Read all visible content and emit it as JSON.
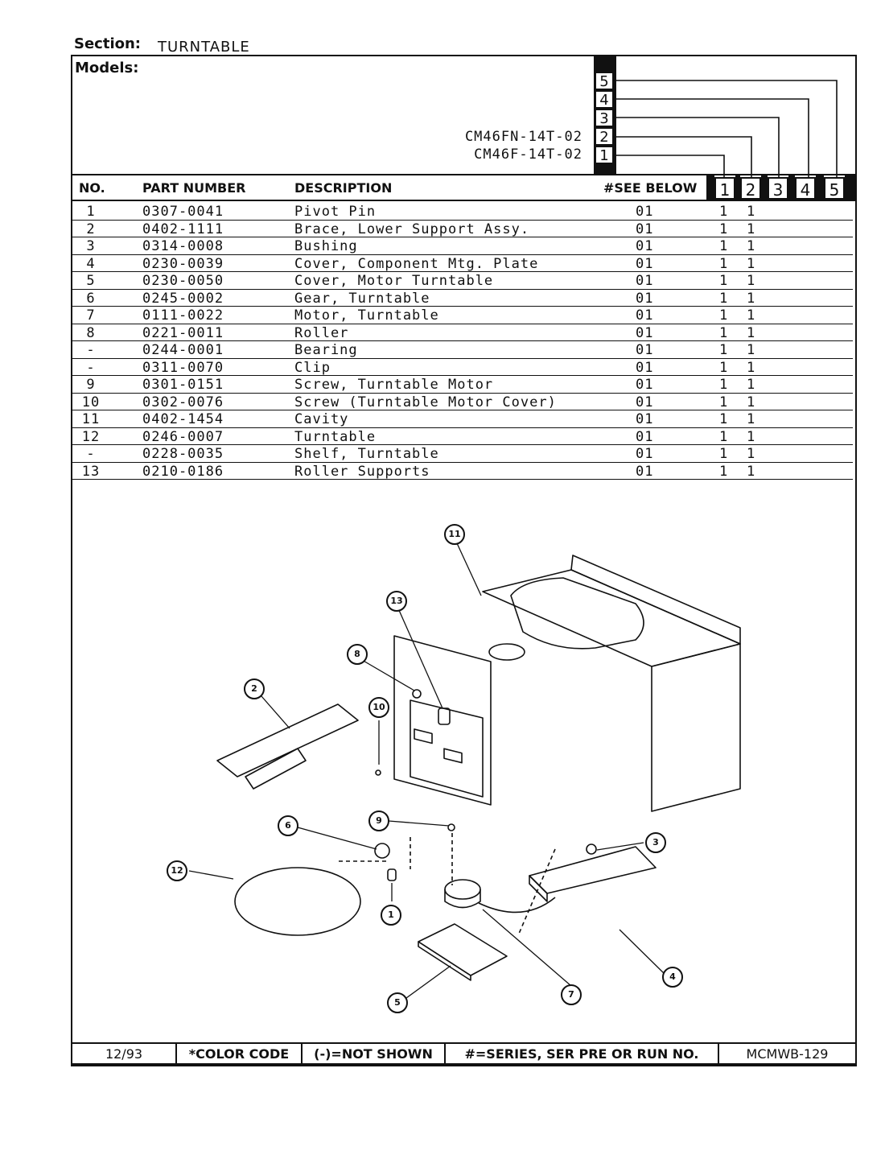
{
  "section": {
    "label": "Section:",
    "name": "TURNTABLE"
  },
  "models": {
    "label": "Models:",
    "list": [
      "CM46FN-14T-02",
      "CM46F-14T-02"
    ],
    "column_numbers": [
      "5",
      "4",
      "3",
      "2",
      "1"
    ]
  },
  "table": {
    "headers": {
      "no": "NO.",
      "part_number": "PART NUMBER",
      "description": "DESCRIPTION",
      "see_below": "#SEE BELOW"
    },
    "model_columns": [
      "1",
      "2",
      "3",
      "4",
      "5"
    ],
    "rows": [
      {
        "no": "1",
        "part": "0307-0041",
        "desc": "Pivot Pin",
        "see": "01",
        "m1": "1",
        "m2": "1"
      },
      {
        "no": "2",
        "part": "0402-1111",
        "desc": "Brace, Lower Support Assy.",
        "see": "01",
        "m1": "1",
        "m2": "1"
      },
      {
        "no": "3",
        "part": "0314-0008",
        "desc": "Bushing",
        "see": "01",
        "m1": "1",
        "m2": "1"
      },
      {
        "no": "4",
        "part": "0230-0039",
        "desc": "Cover, Component Mtg. Plate",
        "see": "01",
        "m1": "1",
        "m2": "1"
      },
      {
        "no": "5",
        "part": "0230-0050",
        "desc": "Cover, Motor Turntable",
        "see": "01",
        "m1": "1",
        "m2": "1"
      },
      {
        "no": "6",
        "part": "0245-0002",
        "desc": "Gear, Turntable",
        "see": "01",
        "m1": "1",
        "m2": "1"
      },
      {
        "no": "7",
        "part": "0111-0022",
        "desc": "Motor, Turntable",
        "see": "01",
        "m1": "1",
        "m2": "1"
      },
      {
        "no": "8",
        "part": "0221-0011",
        "desc": "Roller",
        "see": "01",
        "m1": "1",
        "m2": "1"
      },
      {
        "no": "-",
        "part": "0244-0001",
        "desc": "Bearing",
        "see": "01",
        "m1": "1",
        "m2": "1"
      },
      {
        "no": "-",
        "part": "0311-0070",
        "desc": "Clip",
        "see": "01",
        "m1": "1",
        "m2": "1"
      },
      {
        "no": "9",
        "part": "0301-0151",
        "desc": "Screw, Turntable Motor",
        "see": "01",
        "m1": "1",
        "m2": "1"
      },
      {
        "no": "10",
        "part": "0302-0076",
        "desc": "Screw (Turntable Motor Cover)",
        "see": "01",
        "m1": "1",
        "m2": "1"
      },
      {
        "no": "11",
        "part": "0402-1454",
        "desc": "Cavity",
        "see": "01",
        "m1": "1",
        "m2": "1"
      },
      {
        "no": "12",
        "part": "0246-0007",
        "desc": "Turntable",
        "see": "01",
        "m1": "1",
        "m2": "1"
      },
      {
        "no": "-",
        "part": "0228-0035",
        "desc": "Shelf, Turntable",
        "see": "01",
        "m1": "1",
        "m2": "1"
      },
      {
        "no": "13",
        "part": "0210-0186",
        "desc": "Roller Supports",
        "see": "01",
        "m1": "1",
        "m2": "1"
      }
    ]
  },
  "diagram": {
    "callouts": [
      "11",
      "13",
      "8",
      "2",
      "10",
      "9",
      "6",
      "3",
      "12",
      "1",
      "7",
      "4",
      "5"
    ]
  },
  "footer": {
    "date": "12/93",
    "color_code": "*COLOR CODE",
    "not_shown": "(-)=NOT SHOWN",
    "series": "#=SERIES, SER PRE OR RUN NO.",
    "doc_id": "MCMWB-129"
  }
}
